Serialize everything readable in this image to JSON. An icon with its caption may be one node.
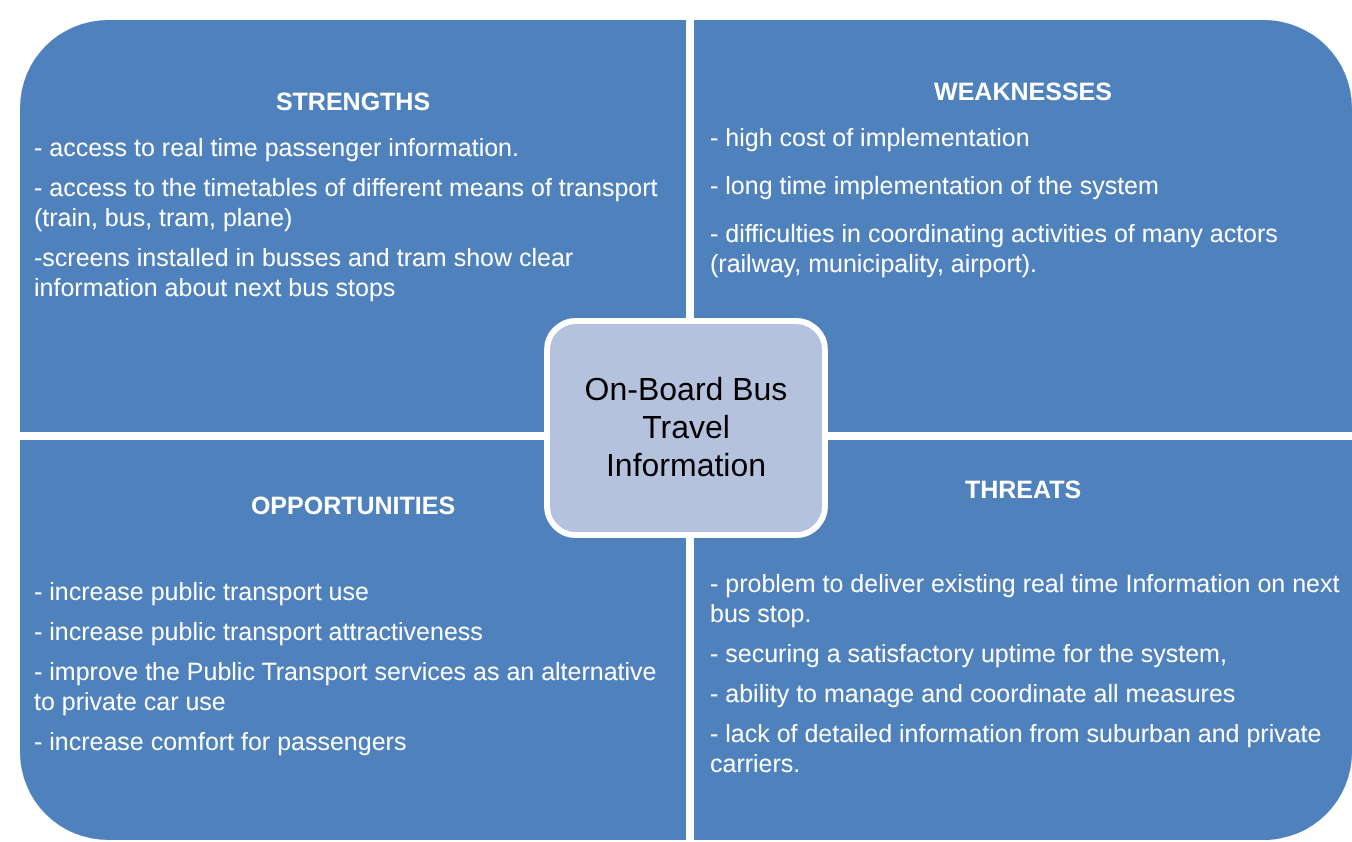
{
  "diagram": {
    "nodes": [
      {
        "text": [
          "STRENGTHS",
          "- access to real time passenger information.",
          "- access to the timetables of different means of transport (train, bus, tram, plane)",
          "-screens installed in busses and tram show clear information about next bus stops"
        ]
      },
      {
        "text": [
          "WEAKNESSES",
          "- high cost of implementation",
          "- long time implementation of the system",
          "- difficulties in coordinating activities of many actors (railway, municipality, airport)."
        ]
      },
      {
        "text": [
          "OPPORTUNITIES",
          "- increase public transport use",
          "- increase public transport attractiveness",
          "- improve the Public Transport services as an alternative to private car use",
          "- increase comfort for passengers"
        ]
      },
      {
        "text": [
          "THREATS",
          "- problem to deliver existing real  time Information on next bus stop.",
          "- securing a satisfactory uptime for the system,",
          "- ability to manage and coordinate all measures",
          "- lack of detailed information from suburban and private carriers."
        ]
      },
      {
        "text": [
          "On-Board Bus Travel Information"
        ]
      }
    ]
  }
}
